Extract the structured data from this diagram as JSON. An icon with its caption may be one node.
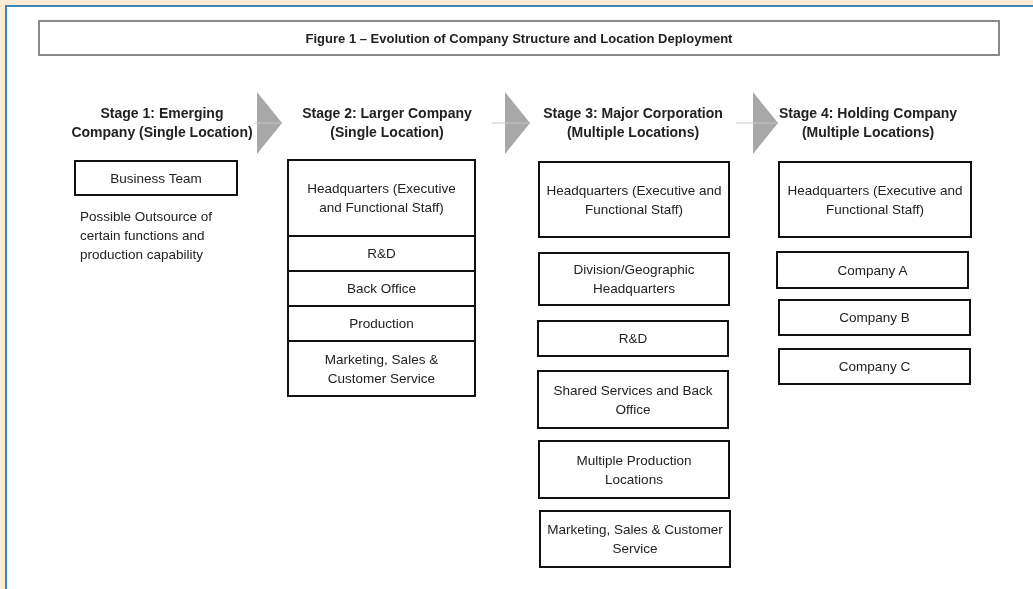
{
  "diagram": {
    "title": "Figure 1 – Evolution of Company Structure and Location Deployment",
    "nodes": [
      {
        "text": [
          "Stage 1: Emerging Company (Single Location)"
        ]
      },
      {
        "text": [
          "Business Team"
        ]
      },
      {
        "text": [
          "Stage 2: Larger Company (Single Location)"
        ]
      },
      {
        "text": [
          "Headquarters (Executive and Functional Staff)"
        ]
      },
      {
        "text": [
          "R&D"
        ]
      },
      {
        "text": [
          "Back Office"
        ]
      },
      {
        "text": [
          "Production"
        ]
      },
      {
        "text": [
          "Marketing, Sales & Customer Service"
        ]
      },
      {
        "text": [
          "Stage 3: Major Corporation (Multiple Locations)"
        ]
      },
      {
        "text": [
          "Headquarters (Executive and Functional Staff)"
        ]
      },
      {
        "text": [
          "Division/Geographic Headquarters"
        ]
      },
      {
        "text": [
          "R&D"
        ]
      },
      {
        "text": [
          "Shared Services and Back Office"
        ]
      },
      {
        "text": [
          "Multiple Production Locations"
        ]
      },
      {
        "text": [
          "Marketing, Sales & Customer Service"
        ]
      },
      {
        "text": [
          "Stage 4: Holding Company (Multiple Locations)"
        ]
      },
      {
        "text": [
          "Headquarters (Executive and Functional Staff)"
        ]
      },
      {
        "text": [
          "Company A"
        ]
      },
      {
        "text": [
          "Company B"
        ]
      },
      {
        "text": [
          "Company C"
        ]
      }
    ],
    "edges": [
      {
        "from": 0,
        "to": 2,
        "arrow": "to"
      },
      {
        "from": 2,
        "to": 8,
        "arrow": "to"
      },
      {
        "from": 8,
        "to": 15,
        "arrow": "to"
      }
    ],
    "labels": [
      "Possible Outsource of certain functions and production capability"
    ]
  }
}
